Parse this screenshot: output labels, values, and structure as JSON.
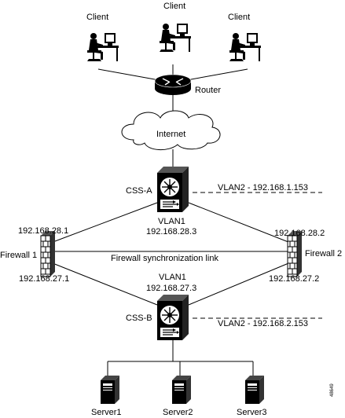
{
  "clients": {
    "left": "Client",
    "center": "Client",
    "right": "Client"
  },
  "router": "Router",
  "internet": "Internet",
  "css_a": {
    "name": "CSS-A",
    "vlan2": "VLAN2 - 192.168.1.153",
    "vlan1_name": "VLAN1",
    "vlan1_ip": "192.168.28.3"
  },
  "firewall1": {
    "name": "Firewall 1",
    "ip_top": "192.168.28.1",
    "ip_bottom": "192.168.27.1"
  },
  "firewall2": {
    "name": "Firewall 2",
    "ip_top": "192.168.28.2",
    "ip_bottom": "192.168.27.2"
  },
  "sync_link": "Firewall synchronization link",
  "css_b": {
    "name": "CSS-B",
    "vlan1_name": "VLAN1",
    "vlan1_ip": "192.168.27.3",
    "vlan2": "VLAN2 - 192.168.2.153"
  },
  "servers": [
    "Server1",
    "Server2",
    "Server3"
  ],
  "figure_id": "48649"
}
